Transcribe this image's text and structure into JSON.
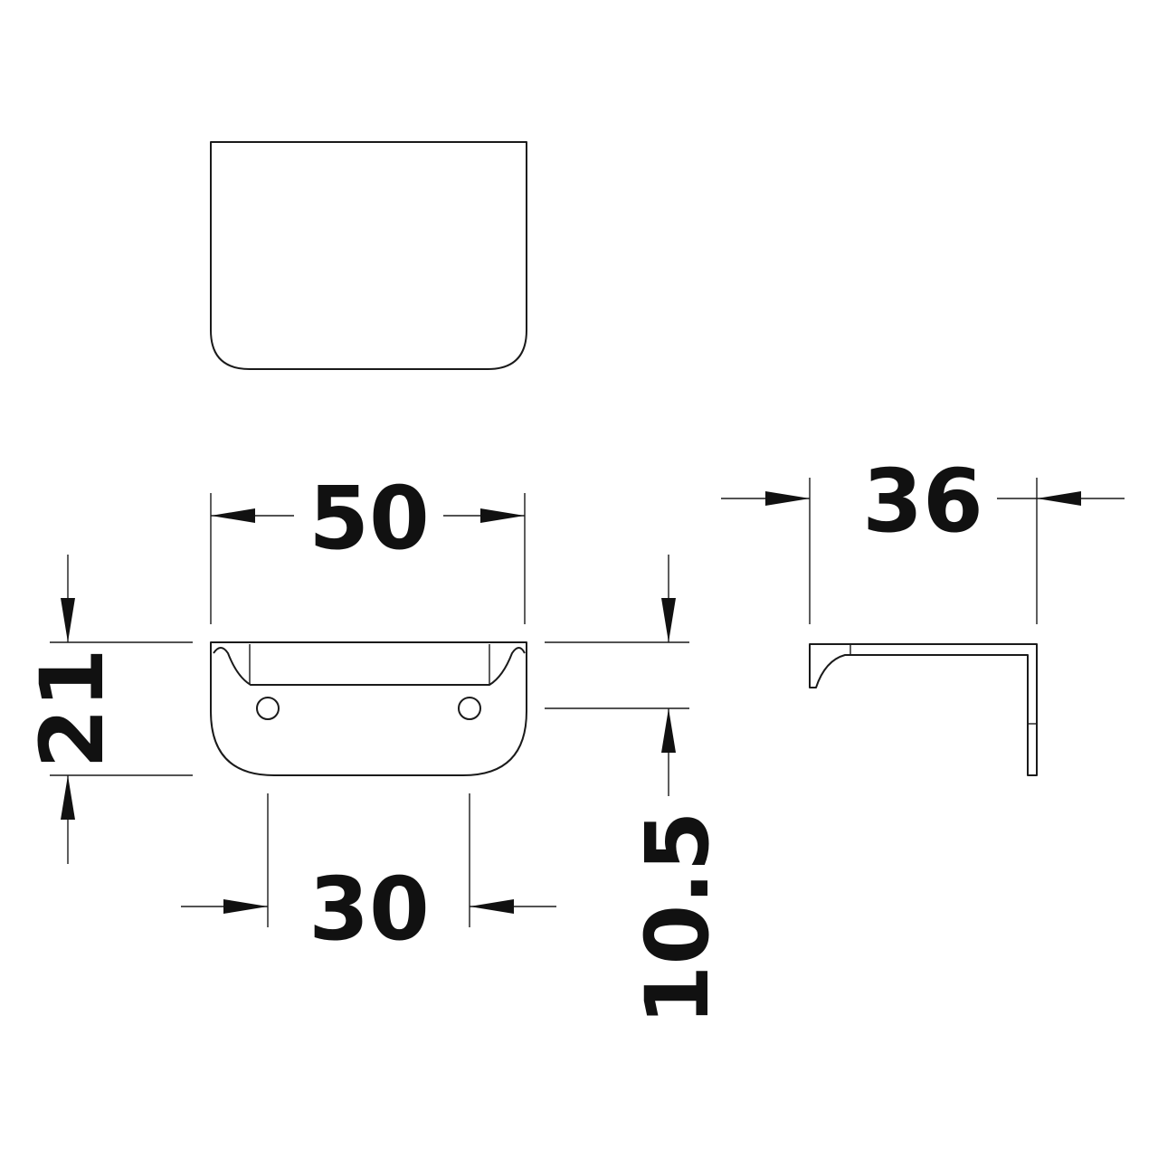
{
  "drawing": {
    "line_color": "#1a1a1a",
    "dimensions": {
      "overall_width": "50",
      "hole_spacing": "30",
      "overall_height": "21",
      "hole_height": "10.5",
      "depth": "36"
    }
  }
}
